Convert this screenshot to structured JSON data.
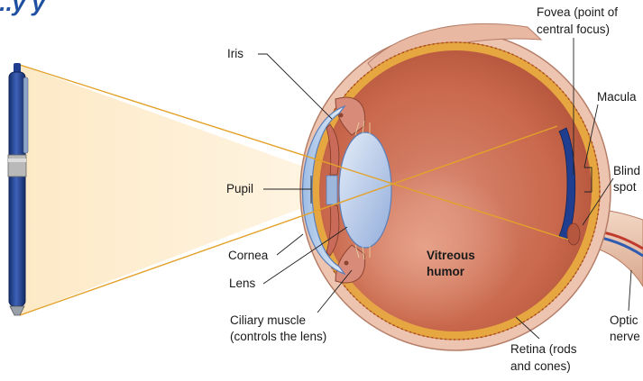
{
  "labels": {
    "iris": "Iris",
    "pupil": "Pupil",
    "cornea": "Cornea",
    "lens": "Lens",
    "ciliary_line1": "Ciliary muscle",
    "ciliary_line2": "(controls the lens)",
    "fovea_line1": "Fovea (point of",
    "fovea_line2": "central focus)",
    "macula": "Macula",
    "blind_line1": "Blind",
    "blind_line2": "spot",
    "vitreous_line1": "Vitreous",
    "vitreous_line2": "humor",
    "retina_line1": "Retina (rods",
    "retina_line2": "and cones)",
    "optic_line1": "Optic",
    "optic_line2": "nerve"
  },
  "colors": {
    "title_fragment": "#1f4fa0",
    "light_beam": "#f7d9a8",
    "ray_line": "#e3a22a",
    "pen_body": "#1f3e8f",
    "sclera": "#edc3ae",
    "choroid": "#e0a64a",
    "eye_interior": "#c8664a",
    "cornea": "#c3d7ee",
    "lens": "#b9c9e6",
    "iris": "#c96b58",
    "optic_nerve": "#ecc9b3"
  },
  "icons": [
    "pen-icon"
  ]
}
